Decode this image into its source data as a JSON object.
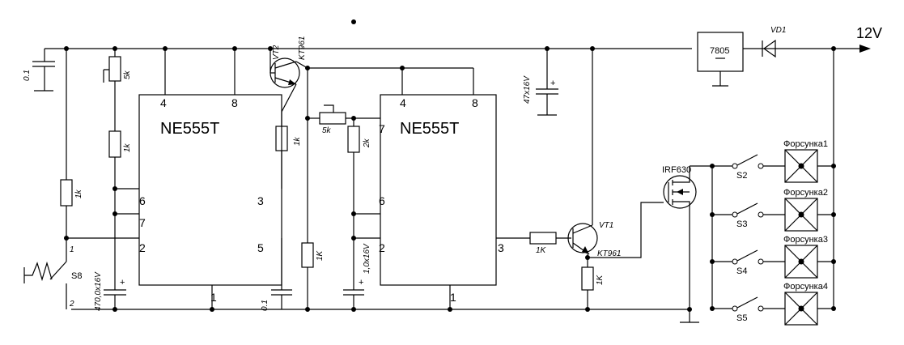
{
  "supply": {
    "voltage_label": "12V"
  },
  "regulator": {
    "label": "7805"
  },
  "diode": {
    "label": "VD1"
  },
  "timers": {
    "u1": {
      "name": "NE555T",
      "pin4": "4",
      "pin8": "8",
      "pin6": "6",
      "pin7": "7",
      "pin2": "2",
      "pin3": "3",
      "pin5": "5",
      "pin1": "1"
    },
    "u2": {
      "name": "NE555T",
      "pin4": "4",
      "pin8": "8",
      "pin6": "6",
      "pin7": "7",
      "pin2": "2",
      "pin3": "3",
      "pin1": "1"
    }
  },
  "transistors": {
    "vt2": {
      "ref": "VT2",
      "type": "KT961"
    },
    "vt1": {
      "ref": "VT1",
      "type": "KT961"
    },
    "mosfet": {
      "type": "IRF630"
    }
  },
  "passives": {
    "c_in": "0.1",
    "pot1": "5k",
    "r_1k_a": "1k",
    "r_1k_b": "1k",
    "r_1k_c": "1k",
    "c_470": "470,0x16V",
    "c_01_b": "0.1",
    "r_1K_d": "1K",
    "pot2": "5k",
    "r_2k": "2k",
    "c_1_0": "1,0x16V",
    "c_47": "47x16V",
    "r_1K_base": "1K",
    "r_1K_emit": "1K"
  },
  "switch_s8": {
    "ref": "S8",
    "pin1": "1",
    "pin2": "2"
  },
  "injectors": [
    {
      "switch": "S2",
      "label": "Форсунка1"
    },
    {
      "switch": "S3",
      "label": "Форсунка2"
    },
    {
      "switch": "S4",
      "label": "Форсунка3"
    },
    {
      "switch": "S5",
      "label": "Форсунка4"
    }
  ]
}
